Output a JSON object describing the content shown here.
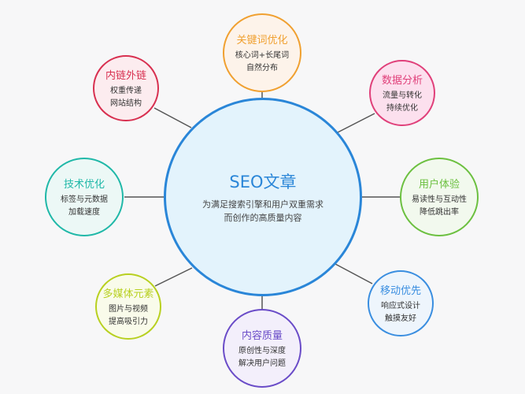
{
  "diagram": {
    "type": "radial-mind-map",
    "center": {
      "title": "SEO文章",
      "description_lines": [
        "为满足搜索引擎和用户双重需求",
        "而创作的高质量内容"
      ],
      "color": "#2a86d8",
      "fill": "#e3f3fc"
    },
    "nodes": [
      {
        "id": "keyword",
        "title": "关键词优化",
        "lines": [
          "核心词+长尾词",
          "自然分布"
        ],
        "color": "#f0a030",
        "fill": "#fdf3ea"
      },
      {
        "id": "data",
        "title": "数据分析",
        "lines": [
          "流量与转化",
          "持续优化"
        ],
        "color": "#e0407a",
        "fill": "#fce0ee"
      },
      {
        "id": "ux",
        "title": "用户体验",
        "lines": [
          "易读性与互动性",
          "降低跳出率"
        ],
        "color": "#6cc040",
        "fill": "#f2f9ee"
      },
      {
        "id": "mobile",
        "title": "移动优先",
        "lines": [
          "响应式设计",
          "触摸友好"
        ],
        "color": "#3a8ee0",
        "fill": "#eef5fc"
      },
      {
        "id": "content",
        "title": "内容质量",
        "lines": [
          "原创性与深度",
          "解决用户问题"
        ],
        "color": "#6a4cc8",
        "fill": "#f3effb"
      },
      {
        "id": "media",
        "title": "多媒体元素",
        "lines": [
          "图片与视频",
          "提高吸引力"
        ],
        "color": "#b8d020",
        "fill": "#f9fbea"
      },
      {
        "id": "tech",
        "title": "技术优化",
        "lines": [
          "标签与元数据",
          "加载速度"
        ],
        "color": "#20b8a8",
        "fill": "#ecf8f6"
      },
      {
        "id": "links",
        "title": "内链外链",
        "lines": [
          "权重传递",
          "网站结构"
        ],
        "color": "#d83050",
        "fill": "#fcecef"
      }
    ],
    "connector_color": "#555555"
  }
}
